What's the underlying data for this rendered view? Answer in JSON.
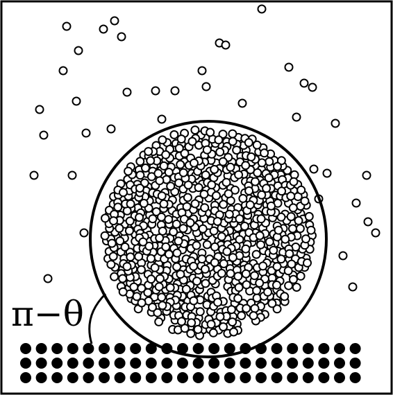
{
  "figure": {
    "angle_label": "π−θ",
    "colors": {
      "ink": "#000000",
      "paper": "#ffffff"
    }
  },
  "elements": {
    "substrate": {
      "rows": 3,
      "atoms_per_row": 22,
      "style": "filled"
    },
    "droplet": {
      "shape": "circle",
      "outline": "thick"
    },
    "vapor_particles": {
      "style": "hollow"
    },
    "liquid_particles": {
      "style": "hollow",
      "packing": "dense"
    }
  }
}
